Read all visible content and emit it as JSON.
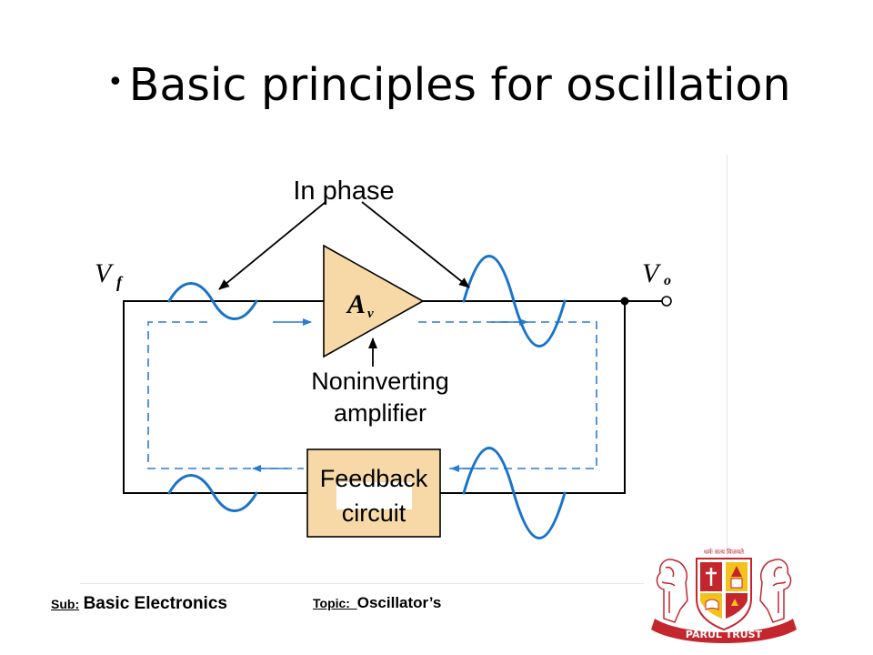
{
  "slide": {
    "bullet": "•",
    "title": "Basic principles for oscillation"
  },
  "diagram": {
    "label_in_phase": "In phase",
    "label_vf_main": "V",
    "label_vf_sub": "f",
    "label_vo_main": "V",
    "label_vo_sub": "o",
    "amplifier_main": "A",
    "amplifier_sub": "v",
    "amplifier_caption_line1": "Noninverting",
    "amplifier_caption_line2": "amplifier",
    "feedback_line1": "Feedback",
    "feedback_line2": "circuit"
  },
  "footer": {
    "sub_label": "Sub:",
    "sub_value": "Basic Electronics",
    "topic_label": "Topic:  ",
    "topic_value": "Oscillator’s"
  },
  "logo": {
    "motto": "धर्मः सत्य विजयते",
    "banner": "PARUL TRUST"
  },
  "colors": {
    "wave": "#1a73c9",
    "flow_dash": "#2b7bd4",
    "block_fill": "#f6d9a6",
    "logo_red": "#c4262e",
    "logo_yellow": "#f3c21b"
  }
}
